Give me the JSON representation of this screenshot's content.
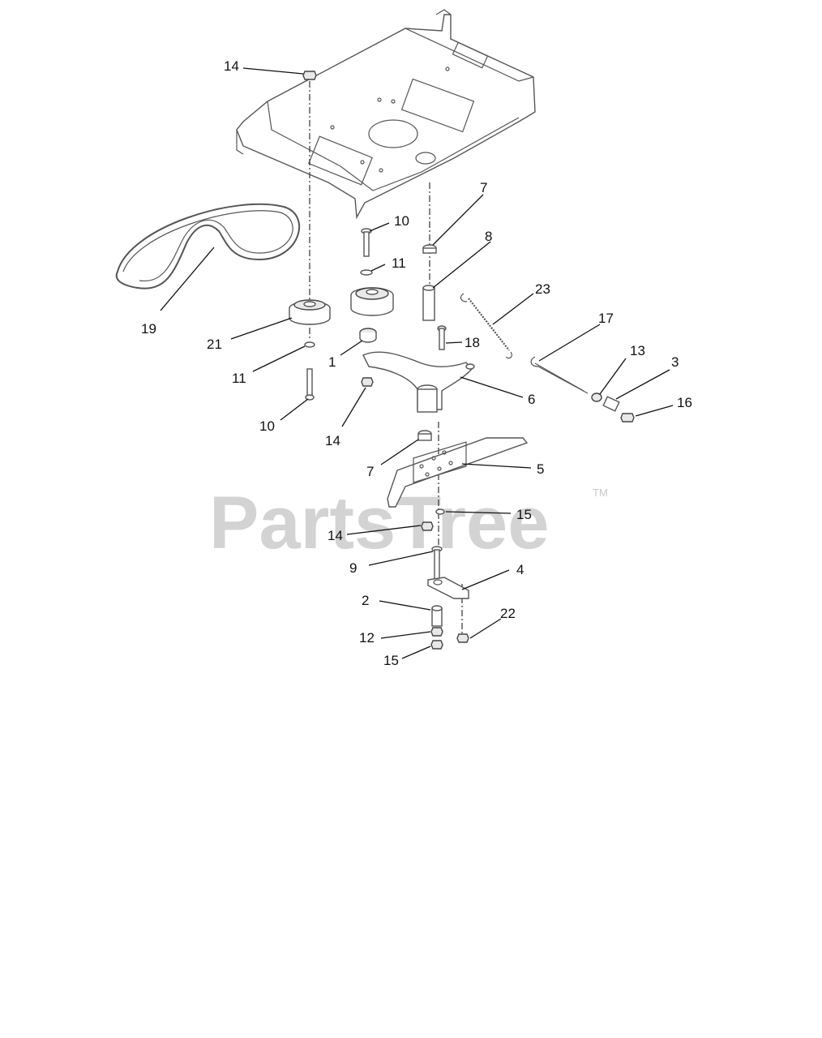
{
  "watermark": {
    "brand": "PartsTree",
    "trademark": "TM"
  },
  "callouts": {
    "c14_top": "14",
    "c10_upper": "10",
    "c7_upper": "7",
    "c8": "8",
    "c11_upper": "11",
    "c23": "23",
    "c17": "17",
    "c19": "19",
    "c21": "21",
    "c18": "18",
    "c13": "13",
    "c3": "3",
    "c1": "1",
    "c11_lower": "11",
    "c6": "6",
    "c16": "16",
    "c10_lower": "10",
    "c14_mid": "14",
    "c7_lower": "7",
    "c5": "5",
    "c15_upper": "15",
    "c14_lower": "14",
    "c9": "9",
    "c4": "4",
    "c2": "2",
    "c22": "22",
    "c12": "12",
    "c15_lower": "15"
  }
}
